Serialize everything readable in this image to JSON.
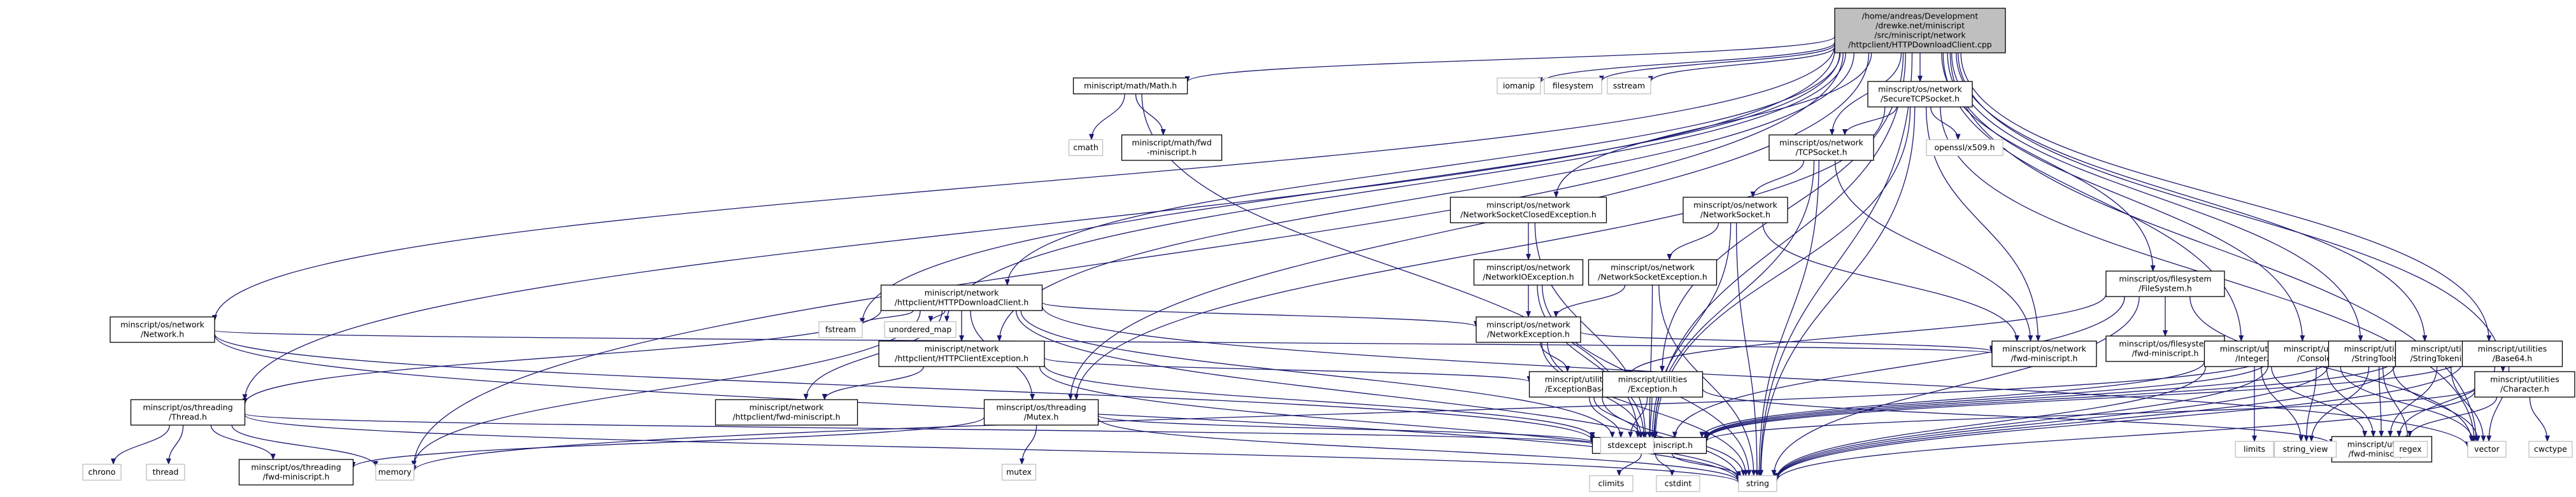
{
  "colors": {
    "edge": "#191970",
    "node_border": "#000000",
    "external_border": "#bfbfbf",
    "root_fill": "#bfbfbf",
    "node_fill": "#ffffff",
    "text": "#000000"
  },
  "nodes": [
    {
      "id": "root",
      "kind": "root",
      "lines": [
        "/home/andreas/Development",
        "/drewke.net/miniscript",
        "/src/miniscript/network",
        "/httpclient/HTTPDownloadClient.cpp"
      ]
    },
    {
      "id": "math",
      "kind": "internal",
      "lines": [
        "miniscript/math/Math.h"
      ]
    },
    {
      "id": "math_fwd",
      "kind": "internal",
      "lines": [
        "miniscript/math/fwd",
        "-miniscript.h"
      ]
    },
    {
      "id": "cmath",
      "kind": "external",
      "lines": [
        "cmath"
      ]
    },
    {
      "id": "iomanip",
      "kind": "external",
      "lines": [
        "iomanip"
      ]
    },
    {
      "id": "filesystem_std",
      "kind": "external",
      "lines": [
        "filesystem"
      ]
    },
    {
      "id": "sstream",
      "kind": "external",
      "lines": [
        "sstream"
      ]
    },
    {
      "id": "securetcp",
      "kind": "internal",
      "lines": [
        "minscript/os/network",
        "/SecureTCPSocket.h"
      ]
    },
    {
      "id": "tcpsocket",
      "kind": "internal",
      "lines": [
        "minscript/os/network",
        "/TCPSocket.h"
      ]
    },
    {
      "id": "openssl",
      "kind": "external",
      "lines": [
        "openssl/x509.h"
      ]
    },
    {
      "id": "networksocket",
      "kind": "internal",
      "lines": [
        "minscript/os/network",
        "/NetworkSocket.h"
      ]
    },
    {
      "id": "nscloseexc",
      "kind": "internal",
      "lines": [
        "minscript/os/network",
        "/NetworkSocketClosedException.h"
      ]
    },
    {
      "id": "nioexc",
      "kind": "internal",
      "lines": [
        "minscript/os/network",
        "/NetworkIOException.h"
      ]
    },
    {
      "id": "nsexc",
      "kind": "internal",
      "lines": [
        "minscript/os/network",
        "/NetworkSocketException.h"
      ]
    },
    {
      "id": "nexc",
      "kind": "internal",
      "lines": [
        "minscript/os/network",
        "/NetworkException.h"
      ]
    },
    {
      "id": "network_h",
      "kind": "internal",
      "lines": [
        "minscript/os/network",
        "/Network.h"
      ]
    },
    {
      "id": "httpdlh",
      "kind": "internal",
      "lines": [
        "miniscript/network",
        "/httpclient/HTTPDownloadClient.h"
      ]
    },
    {
      "id": "httpcexc",
      "kind": "internal",
      "lines": [
        "miniscript/network",
        "/httpclient/HTTPClientException.h"
      ]
    },
    {
      "id": "httpfwd",
      "kind": "internal",
      "lines": [
        "miniscript/network",
        "/httpclient/fwd-miniscript.h"
      ]
    },
    {
      "id": "fstream",
      "kind": "external",
      "lines": [
        "fstream"
      ]
    },
    {
      "id": "unordered_map",
      "kind": "external",
      "lines": [
        "unordered_map"
      ]
    },
    {
      "id": "thread_h",
      "kind": "internal",
      "lines": [
        "minscript/os/threading",
        "/Thread.h"
      ]
    },
    {
      "id": "mutex_h",
      "kind": "internal",
      "lines": [
        "minscript/os/threading",
        "/Mutex.h"
      ]
    },
    {
      "id": "threadfwd",
      "kind": "internal",
      "lines": [
        "minscript/os/threading",
        "/fwd-miniscript.h"
      ]
    },
    {
      "id": "chrono",
      "kind": "external",
      "lines": [
        "chrono"
      ]
    },
    {
      "id": "thread_std",
      "kind": "external",
      "lines": [
        "thread"
      ]
    },
    {
      "id": "memory",
      "kind": "external",
      "lines": [
        "memory"
      ]
    },
    {
      "id": "mutex_std",
      "kind": "external",
      "lines": [
        "mutex"
      ]
    },
    {
      "id": "miniscript_h",
      "kind": "internal",
      "lines": [
        "minscript/miniscript.h"
      ]
    },
    {
      "id": "climits",
      "kind": "external",
      "lines": [
        "climits"
      ]
    },
    {
      "id": "cstdint",
      "kind": "external",
      "lines": [
        "cstdint"
      ]
    },
    {
      "id": "string",
      "kind": "external",
      "lines": [
        "string"
      ]
    },
    {
      "id": "networkfwd",
      "kind": "internal",
      "lines": [
        "minscript/os/network",
        "/fwd-miniscript.h"
      ]
    },
    {
      "id": "excbase",
      "kind": "internal",
      "lines": [
        "minscript/utilities",
        "/ExceptionBase.h"
      ]
    },
    {
      "id": "exception_h",
      "kind": "internal",
      "lines": [
        "minscript/utilities",
        "/Exception.h"
      ]
    },
    {
      "id": "stdexcept",
      "kind": "external",
      "lines": [
        "stdexcept"
      ]
    },
    {
      "id": "filesystem_h",
      "kind": "internal",
      "lines": [
        "minscript/os/filesystem",
        "/FileSystem.h"
      ]
    },
    {
      "id": "fsfwd",
      "kind": "internal",
      "lines": [
        "minscript/os/filesystem",
        "/fwd-miniscript.h"
      ]
    },
    {
      "id": "integer_h",
      "kind": "internal",
      "lines": [
        "minscript/utilities",
        "/Integer.h"
      ]
    },
    {
      "id": "console_h",
      "kind": "internal",
      "lines": [
        "minscript/utilities",
        "/Console.h"
      ]
    },
    {
      "id": "stringtools_h",
      "kind": "internal",
      "lines": [
        "minscript/utilities",
        "/StringTools.h"
      ]
    },
    {
      "id": "stringtok_h",
      "kind": "internal",
      "lines": [
        "minscript/utilities",
        "/StringTokenizer.h"
      ]
    },
    {
      "id": "base64_h",
      "kind": "internal",
      "lines": [
        "minscript/utilities",
        "/Base64.h"
      ]
    },
    {
      "id": "character_h",
      "kind": "internal",
      "lines": [
        "minscript/utilities",
        "/Character.h"
      ]
    },
    {
      "id": "utilfwd",
      "kind": "internal",
      "lines": [
        "minscript/utilities",
        "/fwd-miniscript.h"
      ]
    },
    {
      "id": "limits",
      "kind": "external",
      "lines": [
        "limits"
      ]
    },
    {
      "id": "string_view",
      "kind": "external",
      "lines": [
        "string_view"
      ]
    },
    {
      "id": "regex",
      "kind": "external",
      "lines": [
        "regex"
      ]
    },
    {
      "id": "vector",
      "kind": "external",
      "lines": [
        "vector"
      ]
    },
    {
      "id": "cwctype",
      "kind": "external",
      "lines": [
        "cwctype"
      ]
    }
  ],
  "edges": [
    [
      "root",
      "math"
    ],
    [
      "root",
      "iomanip"
    ],
    [
      "root",
      "filesystem_std"
    ],
    [
      "root",
      "sstream"
    ],
    [
      "root",
      "securetcp"
    ],
    [
      "root",
      "tcpsocket"
    ],
    [
      "root",
      "nscloseexc"
    ],
    [
      "root",
      "httpdlh"
    ],
    [
      "root",
      "network_h"
    ],
    [
      "root",
      "httpcexc"
    ],
    [
      "root",
      "fstream"
    ],
    [
      "root",
      "unordered_map"
    ],
    [
      "root",
      "thread_h"
    ],
    [
      "root",
      "mutex_h"
    ],
    [
      "root",
      "memory"
    ],
    [
      "root",
      "miniscript_h"
    ],
    [
      "root",
      "exception_h"
    ],
    [
      "root",
      "filesystem_h"
    ],
    [
      "root",
      "integer_h"
    ],
    [
      "root",
      "console_h"
    ],
    [
      "root",
      "stringtools_h"
    ],
    [
      "root",
      "stringtok_h"
    ],
    [
      "root",
      "base64_h"
    ],
    [
      "root",
      "character_h"
    ],
    [
      "root",
      "vector"
    ],
    [
      "root",
      "string"
    ],
    [
      "math",
      "cmath"
    ],
    [
      "math",
      "math_fwd"
    ],
    [
      "math",
      "miniscript_h"
    ],
    [
      "securetcp",
      "tcpsocket"
    ],
    [
      "securetcp",
      "openssl"
    ],
    [
      "securetcp",
      "mutex_h"
    ],
    [
      "securetcp",
      "networkfwd"
    ],
    [
      "securetcp",
      "miniscript_h"
    ],
    [
      "securetcp",
      "string"
    ],
    [
      "securetcp",
      "vector"
    ],
    [
      "tcpsocket",
      "networksocket"
    ],
    [
      "tcpsocket",
      "networkfwd"
    ],
    [
      "tcpsocket",
      "miniscript_h"
    ],
    [
      "tcpsocket",
      "string"
    ],
    [
      "networksocket",
      "nsexc"
    ],
    [
      "networksocket",
      "networkfwd"
    ],
    [
      "networksocket",
      "miniscript_h"
    ],
    [
      "networksocket",
      "string"
    ],
    [
      "nsexc",
      "nexc"
    ],
    [
      "nsexc",
      "miniscript_h"
    ],
    [
      "nsexc",
      "string"
    ],
    [
      "nscloseexc",
      "nioexc"
    ],
    [
      "nscloseexc",
      "miniscript_h"
    ],
    [
      "nioexc",
      "nexc"
    ],
    [
      "nioexc",
      "miniscript_h"
    ],
    [
      "nioexc",
      "string"
    ],
    [
      "nexc",
      "excbase"
    ],
    [
      "nexc",
      "networkfwd"
    ],
    [
      "nexc",
      "miniscript_h"
    ],
    [
      "nexc",
      "string"
    ],
    [
      "network_h",
      "networkfwd"
    ],
    [
      "network_h",
      "miniscript_h"
    ],
    [
      "network_h",
      "string"
    ],
    [
      "httpdlh",
      "fstream"
    ],
    [
      "httpdlh",
      "unordered_map"
    ],
    [
      "httpdlh",
      "httpcexc"
    ],
    [
      "httpdlh",
      "nexc"
    ],
    [
      "httpdlh",
      "httpfwd"
    ],
    [
      "httpdlh",
      "thread_h"
    ],
    [
      "httpdlh",
      "mutex_h"
    ],
    [
      "httpdlh",
      "memory"
    ],
    [
      "httpdlh",
      "miniscript_h"
    ],
    [
      "httpdlh",
      "string"
    ],
    [
      "httpdlh",
      "vector"
    ],
    [
      "httpcexc",
      "httpfwd"
    ],
    [
      "httpcexc",
      "excbase"
    ],
    [
      "httpcexc",
      "miniscript_h"
    ],
    [
      "httpcexc",
      "string"
    ],
    [
      "thread_h",
      "chrono"
    ],
    [
      "thread_h",
      "thread_std"
    ],
    [
      "thread_h",
      "threadfwd"
    ],
    [
      "thread_h",
      "memory"
    ],
    [
      "thread_h",
      "miniscript_h"
    ],
    [
      "thread_h",
      "string"
    ],
    [
      "mutex_h",
      "mutex_std"
    ],
    [
      "mutex_h",
      "threadfwd"
    ],
    [
      "mutex_h",
      "miniscript_h"
    ],
    [
      "mutex_h",
      "string"
    ],
    [
      "miniscript_h",
      "climits"
    ],
    [
      "miniscript_h",
      "cstdint"
    ],
    [
      "miniscript_h",
      "string"
    ],
    [
      "excbase",
      "stdexcept"
    ],
    [
      "excbase",
      "miniscript_h"
    ],
    [
      "excbase",
      "string"
    ],
    [
      "exception_h",
      "stdexcept"
    ],
    [
      "exception_h",
      "utilfwd"
    ],
    [
      "exception_h",
      "miniscript_h"
    ],
    [
      "filesystem_h",
      "fsfwd"
    ],
    [
      "filesystem_h",
      "excbase"
    ],
    [
      "filesystem_h",
      "miniscript_h"
    ],
    [
      "filesystem_h",
      "string"
    ],
    [
      "filesystem_h",
      "vector"
    ],
    [
      "integer_h",
      "limits"
    ],
    [
      "integer_h",
      "string_view"
    ],
    [
      "integer_h",
      "utilfwd"
    ],
    [
      "integer_h",
      "miniscript_h"
    ],
    [
      "integer_h",
      "string"
    ],
    [
      "console_h",
      "memory"
    ],
    [
      "console_h",
      "string_view"
    ],
    [
      "console_h",
      "utilfwd"
    ],
    [
      "console_h",
      "miniscript_h"
    ],
    [
      "console_h",
      "string"
    ],
    [
      "console_h",
      "vector"
    ],
    [
      "stringtools_h",
      "regex"
    ],
    [
      "stringtools_h",
      "string_view"
    ],
    [
      "stringtools_h",
      "utilfwd"
    ],
    [
      "stringtools_h",
      "miniscript_h"
    ],
    [
      "stringtools_h",
      "string"
    ],
    [
      "stringtools_h",
      "vector"
    ],
    [
      "stringtok_h",
      "utilfwd"
    ],
    [
      "stringtok_h",
      "miniscript_h"
    ],
    [
      "stringtok_h",
      "string"
    ],
    [
      "stringtok_h",
      "vector"
    ],
    [
      "base64_h",
      "utilfwd"
    ],
    [
      "base64_h",
      "miniscript_h"
    ],
    [
      "base64_h",
      "string"
    ],
    [
      "base64_h",
      "vector"
    ],
    [
      "character_h",
      "cwctype"
    ],
    [
      "character_h",
      "utilfwd"
    ],
    [
      "character_h",
      "miniscript_h"
    ],
    [
      "character_h",
      "string"
    ]
  ]
}
